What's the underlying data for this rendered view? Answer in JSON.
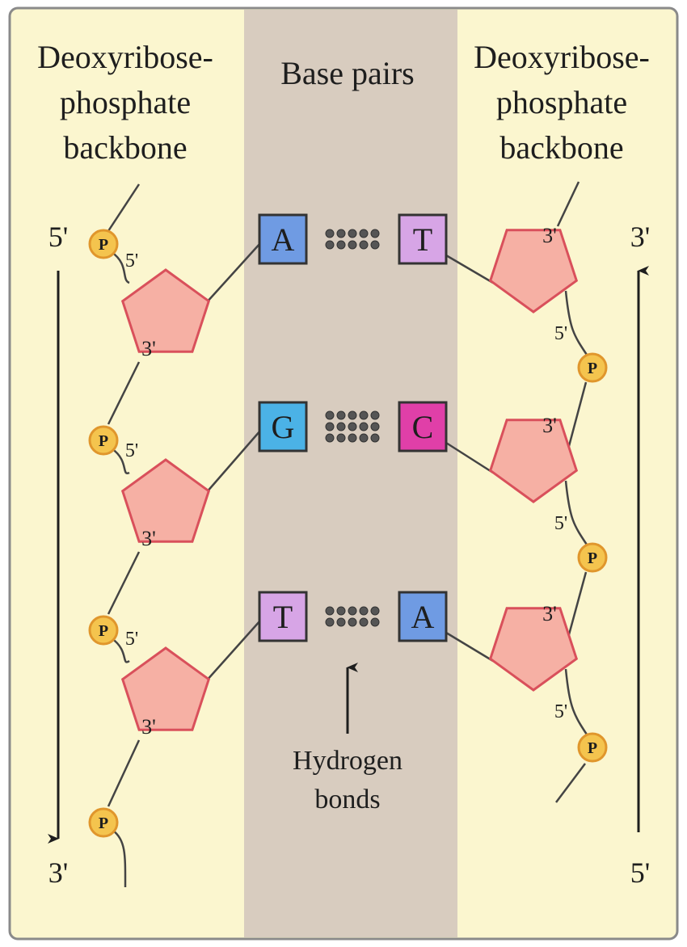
{
  "headings": {
    "left": [
      "Deoxyribose-",
      "phosphate",
      "backbone"
    ],
    "center": "Base pairs",
    "right": [
      "Deoxyribose-",
      "phosphate",
      "backbone"
    ]
  },
  "strand_ends": {
    "left_top": "5'",
    "left_bottom": "3'",
    "right_top": "3'",
    "right_bottom": "5'"
  },
  "phosphate_label": "P",
  "sugar_labels": {
    "five_prime": "5'",
    "three_prime": "3'"
  },
  "base_pairs": [
    {
      "left": "A",
      "right": "T",
      "hydrogen_bonds": 2
    },
    {
      "left": "G",
      "right": "C",
      "hydrogen_bonds": 3
    },
    {
      "left": "T",
      "right": "A",
      "hydrogen_bonds": 2
    }
  ],
  "hydrogen_bond_label": [
    "Hydrogen",
    "bonds"
  ],
  "colors": {
    "background": "#fbf6cf",
    "center_band": "#d8ccbf",
    "frame": "#8a8a8a",
    "sugar_fill": "#f6b0a4",
    "sugar_stroke": "#d9505b",
    "phosphate_fill": "#f4c44e",
    "phosphate_stroke": "#e0962c",
    "A": "#6f9be3",
    "T": "#d7a5e6",
    "G": "#4bb2e6",
    "C": "#e03fa8",
    "text": "#1e1e1e",
    "bond": "#444444"
  }
}
